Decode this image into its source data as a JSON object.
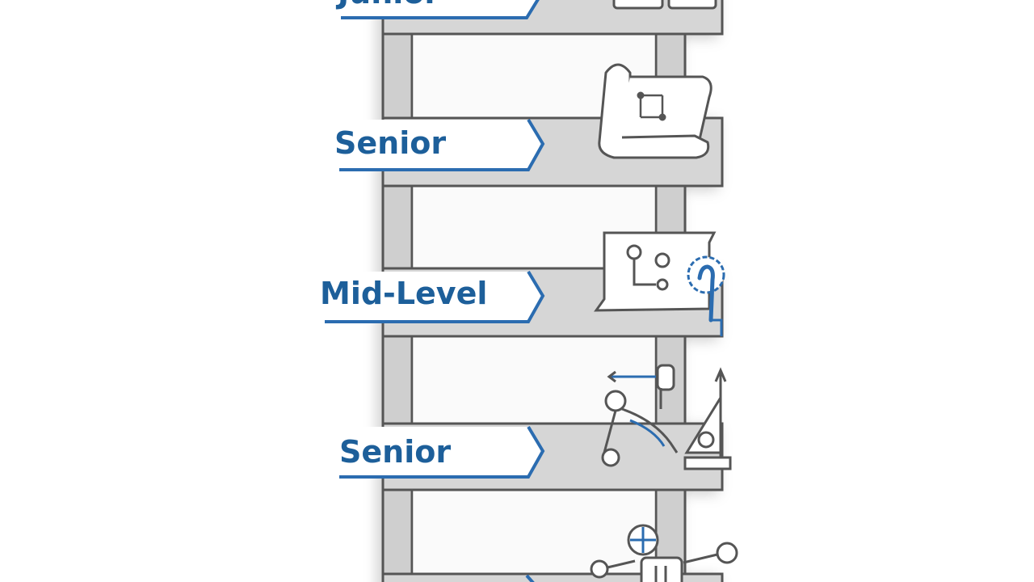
{
  "ladder": {
    "levels": [
      {
        "label": "Junior",
        "icon": "architecture-icon",
        "partial": true
      },
      {
        "label": "Senior",
        "icon": "blueprint-scroll-icon"
      },
      {
        "label": "Mid-Level",
        "icon": "circuit-touch-icon"
      },
      {
        "label": "Senior",
        "icon": "engineering-tools-icon"
      },
      {
        "label": "",
        "icon": "network-nodes-icon",
        "partial": true
      }
    ]
  },
  "colors": {
    "label_blue": "#1d5f9a",
    "underline_blue": "#2b6cb0",
    "rail_gray": "#c9c9c9",
    "outline_dark": "#555555",
    "shelf_gray": "#d6d6d6",
    "background": "#ffffff"
  }
}
